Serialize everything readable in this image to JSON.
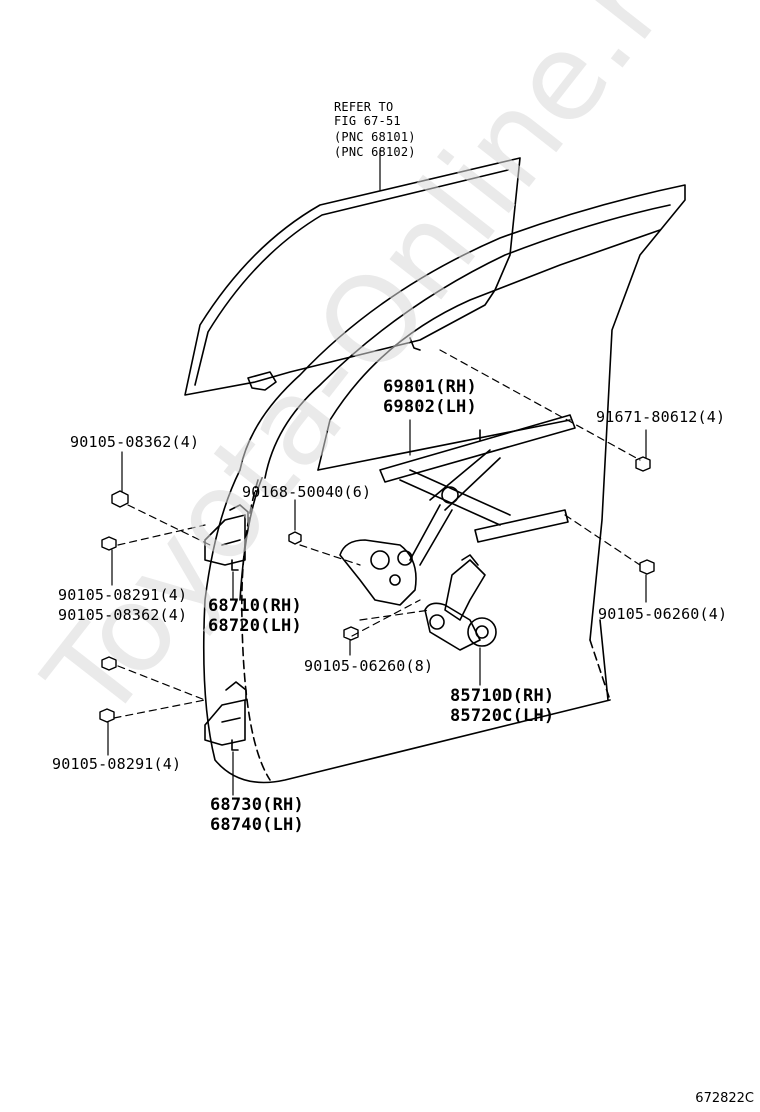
{
  "labels": {
    "refer_line1": "REFER TO",
    "refer_line2": "FIG 67-51",
    "refer_line3": "(PNC 68101)",
    "refer_line4": "(PNC 68102)",
    "regulator_rh": "69801(RH)",
    "regulator_lh": "69802(LH)",
    "bolt_91671": "91671-80612(4)",
    "bolt_08362_top": "90105-08362(4)",
    "bolt_50040": "90168-50040(6)",
    "bolt_08291_top": "90105-08291(4)",
    "bolt_08362_mid": "90105-08362(4)",
    "hinge_upper_rh": "68710(RH)",
    "hinge_upper_lh": "68720(LH)",
    "bolt_06260_8": "90105-06260(8)",
    "bolt_06260_4": "90105-06260(4)",
    "motor_rh": "85710D(RH)",
    "motor_lh": "85720C(LH)",
    "bolt_08291_bottom": "90105-08291(4)",
    "hinge_lower_rh": "68730(RH)",
    "hinge_lower_lh": "68740(LH)"
  },
  "watermark": "Toyota-Online.ru",
  "figure_number": "672822C"
}
